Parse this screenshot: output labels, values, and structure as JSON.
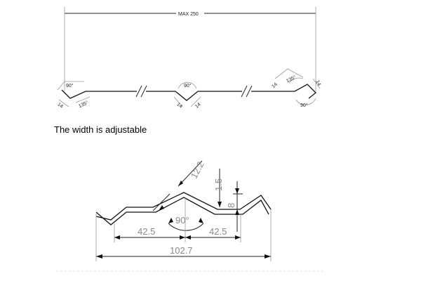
{
  "top_drawing": {
    "overall_width_label": "MAX 250",
    "left_corner": {
      "angle_outer": "90°",
      "angle_inner": "135°",
      "side": "14"
    },
    "middle_groove": {
      "angle": "90°",
      "side_left": "14",
      "side_right": "14"
    },
    "right_corner": {
      "side_top": "14",
      "angle_inner": "135°",
      "side_right": "14",
      "angle_outer": "90°"
    }
  },
  "caption": "The width is adjustable",
  "bottom_drawing": {
    "top_chamfer": "12.2",
    "left_step": "1.5",
    "right_step": "8",
    "apex_angle": "90°",
    "left_half": "42.5",
    "right_half": "42.5",
    "total_width": "102.7"
  },
  "colors": {
    "line": "#222222",
    "dimension_text": "#8a8a8a",
    "background": "#ffffff"
  }
}
